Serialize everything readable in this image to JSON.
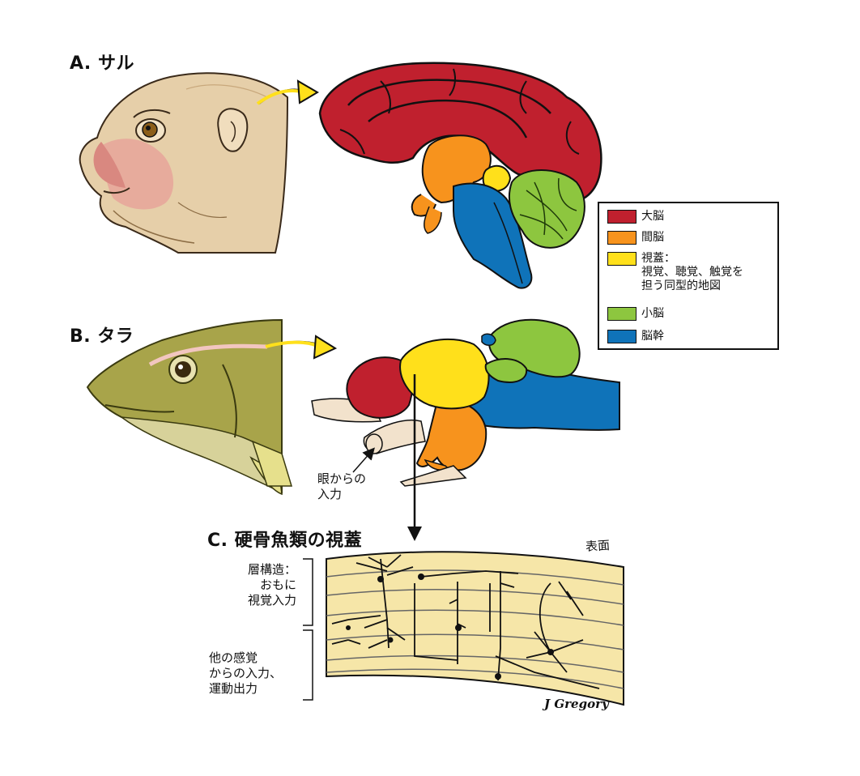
{
  "panels": {
    "a_title": "A. サル",
    "b_title": "B. タラ",
    "c_title": "C. 硬骨魚類の視蓋"
  },
  "legend": {
    "items": [
      {
        "label": "大脳",
        "color": "#c0202e"
      },
      {
        "label": "間脳",
        "color": "#f7931d"
      },
      {
        "label": "視蓋：",
        "sublabel": "視覚、聴覚、触覚を\n担う同型的地図",
        "color": "#ffe01b"
      },
      {
        "label": "小脳",
        "color": "#8dc63f"
      },
      {
        "label": "脳幹",
        "color": "#0f73b9"
      }
    ]
  },
  "annotations": {
    "eye_input": "眼からの\n入力",
    "surface": "表面",
    "layer_top": "層構造：\nおもに\n視覚入力",
    "layer_bottom": "他の感覚\nからの入力、\n運動出力",
    "signature": "J Gregory"
  }
}
